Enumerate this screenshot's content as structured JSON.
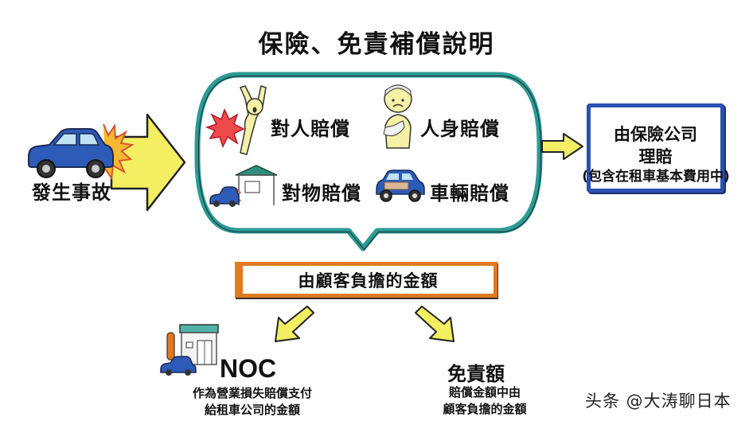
{
  "title": "保險、免責補償說明",
  "accident": {
    "label": "發生事故",
    "icon": "crashed-car-icon"
  },
  "coverage_bubble": {
    "items": [
      {
        "label": "對人賠償",
        "icon": "injured-person-impact-icon"
      },
      {
        "label": "人身賠償",
        "icon": "bandaged-person-icon"
      },
      {
        "label": "對物賠償",
        "icon": "car-hits-house-icon"
      },
      {
        "label": "車輛賠償",
        "icon": "damaged-car-icon"
      }
    ]
  },
  "insurer_box": {
    "line1": "由保險公司",
    "line2": "理賠",
    "note": "(包含在租車基本費用中)"
  },
  "customer_box": {
    "label": "由顧客負擔的金額"
  },
  "noc": {
    "title": "NOC",
    "desc_line1": "作為營業損失賠償支付",
    "desc_line2": "給租車公司的金額",
    "icon": "rental-shop-icon"
  },
  "deductible": {
    "title": "免責額",
    "desc_line1": "賠償金額中由",
    "desc_line2": "顧客負擔的金額"
  },
  "watermark": "头条 @大涛聊日本",
  "colors": {
    "arrow_yellow": "#f3ee62",
    "bubble_teal": "#2b9b95",
    "insurer_blue": "#2a4fb0",
    "customer_orange": "#e07a1e",
    "car_blue": "#2d5bb8"
  }
}
